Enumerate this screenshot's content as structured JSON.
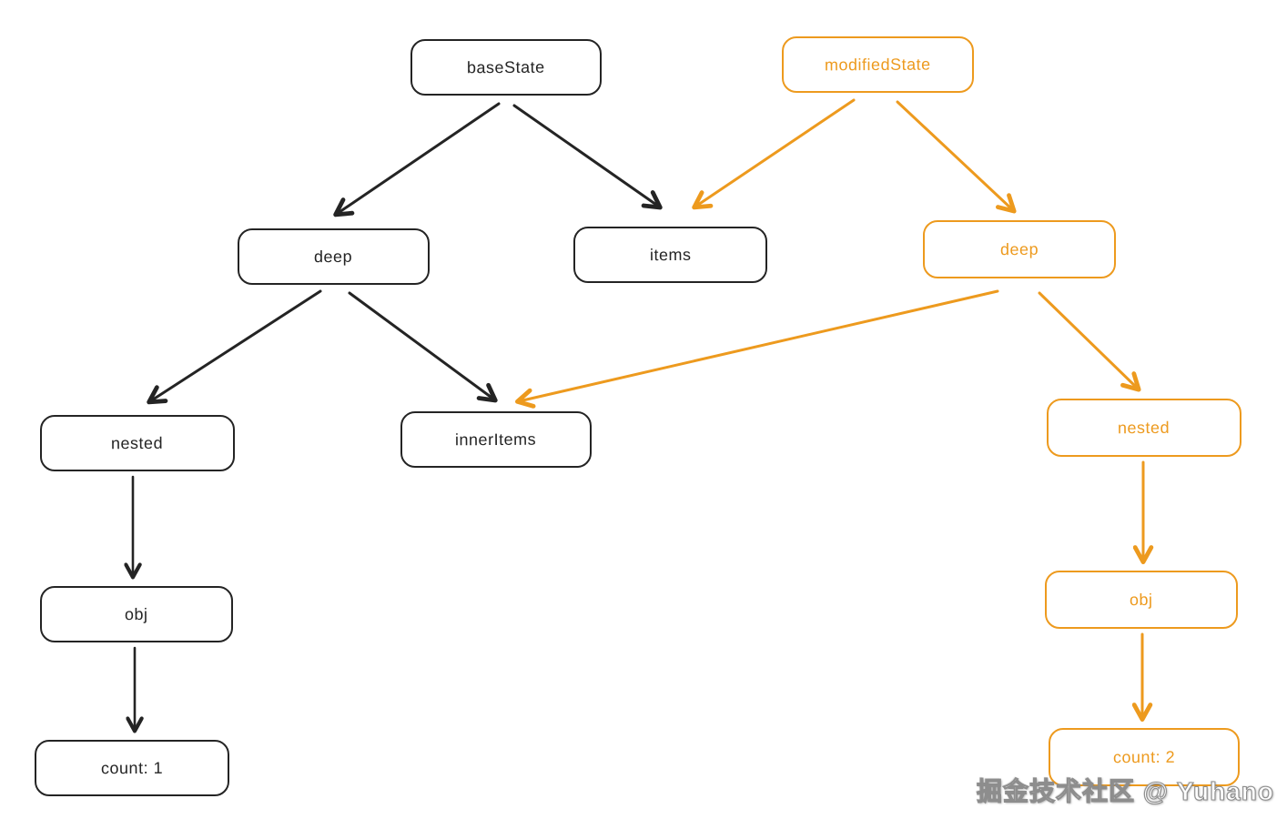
{
  "diagram": {
    "style": "hand-drawn flowchart",
    "colors": {
      "base_tree": "#242424",
      "modified_tree": "#ED9A1E",
      "background": "#ffffff"
    },
    "nodes": {
      "base_state": {
        "label": "baseState",
        "tree": "base"
      },
      "modified_state": {
        "label": "modifiedState",
        "tree": "modified"
      },
      "deep_base": {
        "label": "deep",
        "tree": "base"
      },
      "items": {
        "label": "items",
        "tree": "base"
      },
      "deep_modified": {
        "label": "deep",
        "tree": "modified"
      },
      "nested_base": {
        "label": "nested",
        "tree": "base"
      },
      "inner_items": {
        "label": "innerItems",
        "tree": "base"
      },
      "nested_modified": {
        "label": "nested",
        "tree": "modified"
      },
      "obj_base": {
        "label": "obj",
        "tree": "base"
      },
      "obj_modified": {
        "label": "obj",
        "tree": "modified"
      },
      "count_base": {
        "label": "count: 1",
        "tree": "base"
      },
      "count_modified": {
        "label": "count: 2",
        "tree": "modified"
      }
    },
    "edges": [
      {
        "from": "baseState",
        "to": "deep (base)",
        "color": "black"
      },
      {
        "from": "baseState",
        "to": "items",
        "color": "black"
      },
      {
        "from": "modifiedState",
        "to": "items",
        "color": "orange"
      },
      {
        "from": "modifiedState",
        "to": "deep (modified)",
        "color": "orange"
      },
      {
        "from": "deep (base)",
        "to": "nested (base)",
        "color": "black"
      },
      {
        "from": "deep (base)",
        "to": "innerItems",
        "color": "black"
      },
      {
        "from": "deep (modified)",
        "to": "innerItems",
        "color": "orange"
      },
      {
        "from": "deep (modified)",
        "to": "nested (modified)",
        "color": "orange"
      },
      {
        "from": "nested (base)",
        "to": "obj (base)",
        "color": "black"
      },
      {
        "from": "obj (base)",
        "to": "count: 1",
        "color": "black"
      },
      {
        "from": "nested (modified)",
        "to": "obj (modified)",
        "color": "orange"
      },
      {
        "from": "obj (modified)",
        "to": "count: 2",
        "color": "orange"
      }
    ]
  },
  "watermark": {
    "text": "掘金技术社区 @ Yuhano"
  }
}
